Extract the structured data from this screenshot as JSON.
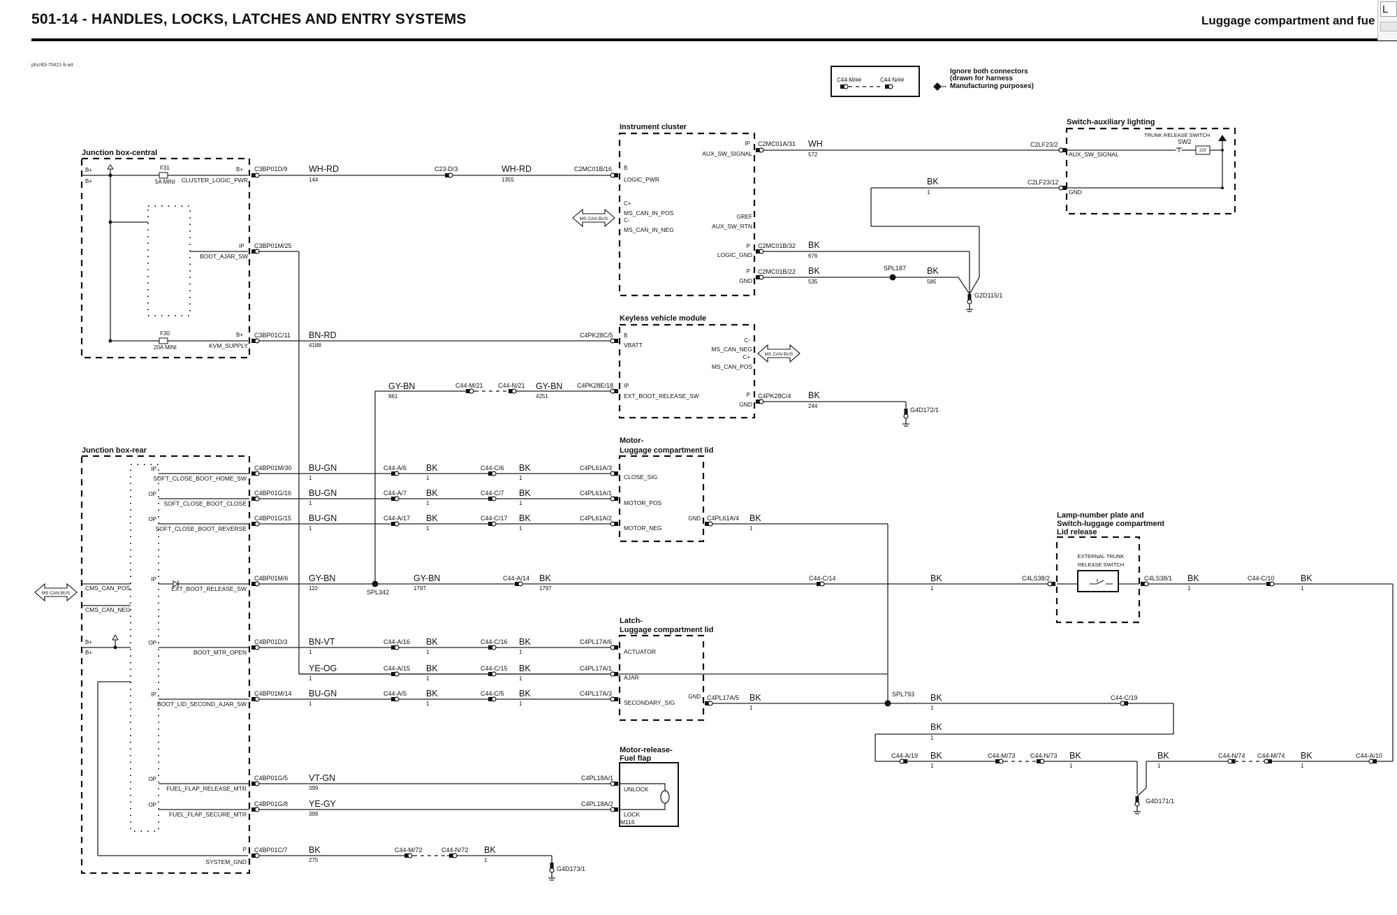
{
  "header": {
    "title": "501-14 - HANDLES, LOCKS, LATCHES AND ENTRY SYSTEMS",
    "subtitle": "Luggage compartment and fue",
    "reference": "phcr83-70421-b-a4",
    "side_panel_field": "L"
  },
  "legend": {
    "connector_a": "C44-M/##",
    "connector_b": "C44-N/##",
    "note_line1": "Ignore both connectors",
    "note_line2": "(drawn for harness",
    "note_line3": "Manufacturing purposes)"
  },
  "components": {
    "jb_central": {
      "title": "Junction box-central",
      "bplus_a": "B+",
      "bplus_b": "B+",
      "fuse1_id": "F31",
      "fuse1_rating": "5A MINI",
      "fuse2_id": "F30",
      "fuse2_rating": "20A MINI",
      "pins": [
        {
          "type": "B+",
          "signal": "CLUSTER_LOGIC_PWR",
          "connector": "C3BP01D/9"
        },
        {
          "type": "IP",
          "signal": "BOOT_AJAR_SW",
          "connector": "C3BP01M/25"
        },
        {
          "type": "B+",
          "signal": "KVM_SUPPLY",
          "connector": "C3BP01C/11"
        }
      ]
    },
    "instrument_cluster": {
      "title": "Instrument cluster",
      "left_pins": [
        {
          "type": "B",
          "signal": "LOGIC_PWR",
          "connector": "C2MC01B/16"
        },
        {
          "type": "C+",
          "signal": "MS_CAN_IN_POS"
        },
        {
          "type": "C-",
          "signal": "MS_CAN_IN_NEG"
        }
      ],
      "right_pins": [
        {
          "type": "IP",
          "signal": "AUX_SW_SIGNAL",
          "connector": "C2MC01A/31"
        },
        {
          "type": "GREF",
          "signal": "AUX_SW_RTN"
        },
        {
          "type": "P",
          "signal": "LOGIC_GND",
          "connector": "C2MC01B/32"
        },
        {
          "type": "P",
          "signal": "GND",
          "connector": "C2MC01B/22"
        }
      ],
      "can_bus": "MS CAN BUS"
    },
    "switch_aux_lighting": {
      "title": "Switch-auxiliary lighting",
      "switch_label": "TRUNK RELEASE SWITCH",
      "switch_id": "SW2",
      "resistor": "220",
      "pins": [
        {
          "signal": "AUX_SW_SIGNAL",
          "connector": "C2LF23/2"
        },
        {
          "signal": "GND",
          "connector": "C2LF23/12"
        }
      ]
    },
    "keyless_module": {
      "title": "Keyless vehicle module",
      "pins": [
        {
          "type": "B",
          "signal": "VBATT",
          "connector": "C4PK28C/5"
        },
        {
          "type": "IP",
          "signal": "EXT_BOOT_RELEASE_SW",
          "connector": "C4PK28E/18"
        },
        {
          "type": "C-",
          "signal": "MS_CAN_NEG"
        },
        {
          "type": "C+",
          "signal": "MS_CAN_POS"
        },
        {
          "type": "P",
          "signal": "GND",
          "connector": "C4PK28C/4"
        }
      ],
      "can_bus": "MS CAN BUS"
    },
    "motor_lid": {
      "title_line1": "Motor-",
      "title_line2": "Luggage compartment lid",
      "pins": [
        {
          "signal": "CLOSE_SIG",
          "connector": "C4PL61A/3"
        },
        {
          "signal": "MOTOR_POS",
          "connector": "C4PL61A/1"
        },
        {
          "signal": "MOTOR_NEG",
          "connector": "C4PL61A/2"
        },
        {
          "signal": "GND",
          "connector": "C4PL61A/4"
        }
      ]
    },
    "latch_lid": {
      "title_line1": "Latch-",
      "title_line2": "Luggage compartment lid",
      "pins": [
        {
          "signal": "ACTUATOR",
          "connector": "C4PL17A/6"
        },
        {
          "signal": "AJAR",
          "connector": "C4PL17A/1"
        },
        {
          "signal": "SECONDARY_SIG",
          "connector": "C4PL17A/3"
        },
        {
          "signal": "GND",
          "connector": "C4PL17A/5"
        }
      ]
    },
    "fuel_flap": {
      "title_line1": "Motor-release-",
      "title_line2": "Fuel flap",
      "id": "M116",
      "pins": [
        {
          "signal": "UNLOCK",
          "connector": "C4PL18A/1"
        },
        {
          "signal": "LOCK",
          "connector": "C4PL18A/2"
        }
      ]
    },
    "lamp_switch": {
      "title_line1": "Lamp-number plate and",
      "title_line2": "Switch-luggage compartment",
      "title_line3": "Lid release",
      "switch_line1": "EXTERNAL TRUNK",
      "switch_line2": "RELEASE SWITCH",
      "pins": [
        {
          "connector": "C4LS38/2"
        },
        {
          "connector": "C4LS38/1"
        }
      ]
    },
    "jb_rear": {
      "title": "Junction box-rear",
      "can_bus": "MS CAN BUS",
      "can_pos": "MS_CAN_POS",
      "can_neg": "MS_CAN_NEG",
      "can_pos_type": "C",
      "can_neg_type": "C",
      "bplus_a": "B+",
      "bplus_b": "B+",
      "pins": [
        {
          "type": "IP",
          "signal": "SOFT_CLOSE_BOOT_HOME_SW",
          "connector": "C4BP01M/30"
        },
        {
          "type": "OP",
          "signal": "SOFT_CLOSE_BOOT_CLOSE",
          "connector": "C4BP01G/16"
        },
        {
          "type": "OP",
          "signal": "SOFT_CLOSE_BOOT_REVERSE",
          "connector": "C4BP01G/15"
        },
        {
          "type": "IP",
          "signal": "EXT_BOOT_RELEASE_SW",
          "connector": "C4BP01M/6"
        },
        {
          "type": "OP",
          "signal": "BOOT_MTR_OPEN",
          "connector": "C4BP01D/3"
        },
        {
          "type": "IP",
          "signal": "BOOT_LID_SECOND_AJAR_SW",
          "connector": "C4BP01M/14"
        },
        {
          "type": "OP",
          "signal": "FUEL_FLAP_RELEASE_MTR",
          "connector": "C4BP01G/5"
        },
        {
          "type": "OP",
          "signal": "FUEL_FLAP_SECURE_MTR",
          "connector": "C4BP01G/8"
        },
        {
          "type": "P",
          "signal": "SYSTEM_GND",
          "connector": "C4BP01C/7"
        }
      ]
    }
  },
  "wires": {
    "w144": {
      "color": "WH-RD",
      "circuit": "144"
    },
    "w1355": {
      "color": "WH-RD",
      "circuit": "1355"
    },
    "c23": "C23-D/3",
    "w4188": {
      "color": "BN-RD",
      "circuit": "4188"
    },
    "w572": {
      "color": "WH",
      "circuit": "572"
    },
    "w_aux_gnd": {
      "color": "BK",
      "circuit": "1"
    },
    "w676": {
      "color": "BK",
      "circuit": "676"
    },
    "w535": {
      "color": "BK",
      "circuit": "535"
    },
    "w585": {
      "color": "BK",
      "circuit": "585"
    },
    "spl187": "SPL187",
    "g2d115": "G2D115/1",
    "w961": {
      "color": "GY-BN",
      "circuit": "961"
    },
    "c44m21": "C44-M/21",
    "c44n21": "C44-N/21",
    "w4251": {
      "color": "GY-BN",
      "circuit": "4251"
    },
    "w244": {
      "color": "BK",
      "circuit": "244"
    },
    "g4d172": "G4D172/1",
    "row_home": {
      "color1": "BU-GN",
      "c1": "1",
      "conn_a": "C44-A/6",
      "color2": "BK",
      "c2": "1",
      "conn_c": "C44-C/6",
      "color3": "BK",
      "c3": "1"
    },
    "row_close": {
      "color1": "BU-GN",
      "c1": "1",
      "conn_a": "C44-A/7",
      "color2": "BK",
      "c2": "1",
      "conn_c": "C44-C/7",
      "color3": "BK",
      "c3": "1"
    },
    "row_rev": {
      "color1": "BU-GN",
      "c1": "1",
      "conn_a": "C44-A/17",
      "color2": "BK",
      "c2": "1",
      "conn_c": "C44-C/17",
      "color3": "BK",
      "c3": "1"
    },
    "motor_gnd": {
      "color": "BK",
      "circuit": "1"
    },
    "row_ext": {
      "color1": "GY-BN",
      "c1": "110",
      "spl": "SPL342",
      "color2": "GY-BN",
      "c2": "1797",
      "conn_a": "C44-A/14",
      "color3": "BK",
      "c3": "1797",
      "conn_c": "C44-C/14",
      "color4": "BK",
      "c4": "1"
    },
    "row_ext_right": {
      "color": "BK",
      "circuit": "1",
      "conn_c": "C44-C/10",
      "color2": "BK",
      "c2": "1"
    },
    "row_open": {
      "color1": "BN-VT",
      "c1": "1",
      "conn_a": "C44-A/16",
      "color2": "BK",
      "c2": "1",
      "conn_c": "C44-C/16",
      "color3": "BK",
      "c3": "1"
    },
    "row_ajar": {
      "color1": "YE-OG",
      "c1": "1",
      "conn_a": "C44-A/15",
      "color2": "BK",
      "c2": "1",
      "conn_c": "C44-C/15",
      "color3": "BK",
      "c3": "1"
    },
    "row_sec": {
      "color1": "BU-GN",
      "c1": "1",
      "conn_a": "C44-A/5",
      "color2": "BK",
      "c2": "1",
      "conn_c": "C44-C/5",
      "color3": "BK",
      "c3": "1"
    },
    "latch_gnd": {
      "color": "BK",
      "circuit": "1"
    },
    "spl793": "SPL793",
    "spl793_out": {
      "color": "BK",
      "circuit": "1",
      "conn": "C44-C/19"
    },
    "loop": {
      "color": "BK",
      "circuit": "1"
    },
    "bottom_left": {
      "conn_a": "C44-A/19",
      "color1": "BK",
      "c1": "1",
      "conn_m": "C44-M/73",
      "conn_n": "C44-N/73",
      "color2": "BK",
      "c2": "1"
    },
    "bottom_right": {
      "color1": "BK",
      "c1": "1",
      "conn_n": "C44-N/74",
      "conn_m": "C44-M/74",
      "color2": "BK",
      "c2": "1",
      "conn_a": "C44-A/10"
    },
    "g4d171": "G4D171/1",
    "fuel_rel": {
      "color": "VT-GN",
      "circuit": "399"
    },
    "fuel_sec": {
      "color": "YE-GY",
      "circuit": "399"
    },
    "sys_gnd": {
      "color": "BK",
      "circuit": "275",
      "conn_m": "C44-M/72",
      "conn_n": "C44-N/72",
      "color2": "BK",
      "c2": "1"
    },
    "g4d173": "G4D173/1"
  }
}
